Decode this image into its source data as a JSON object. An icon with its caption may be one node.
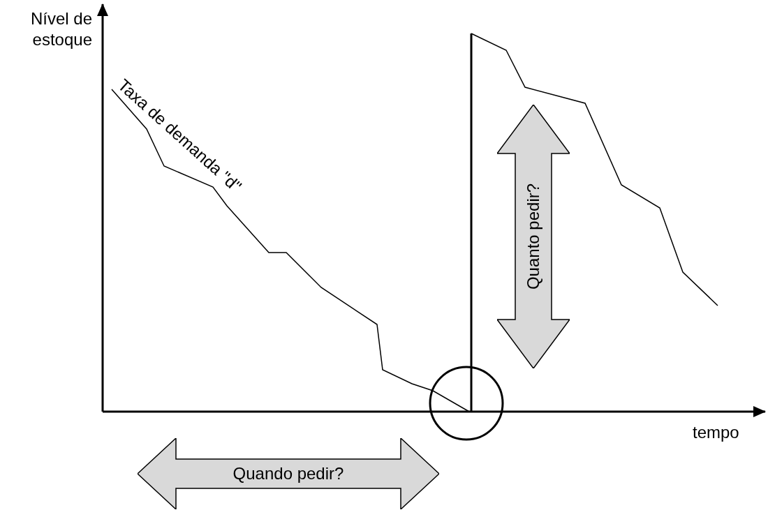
{
  "diagram": {
    "nodes": [
      {
        "text": [
          "Quanto pedir?"
        ]
      },
      {
        "text": [
          "Quando pedir?"
        ]
      }
    ],
    "labels": [
      "Nível de estoque",
      "Taxa de demanda \"d\"",
      "tempo"
    ]
  }
}
